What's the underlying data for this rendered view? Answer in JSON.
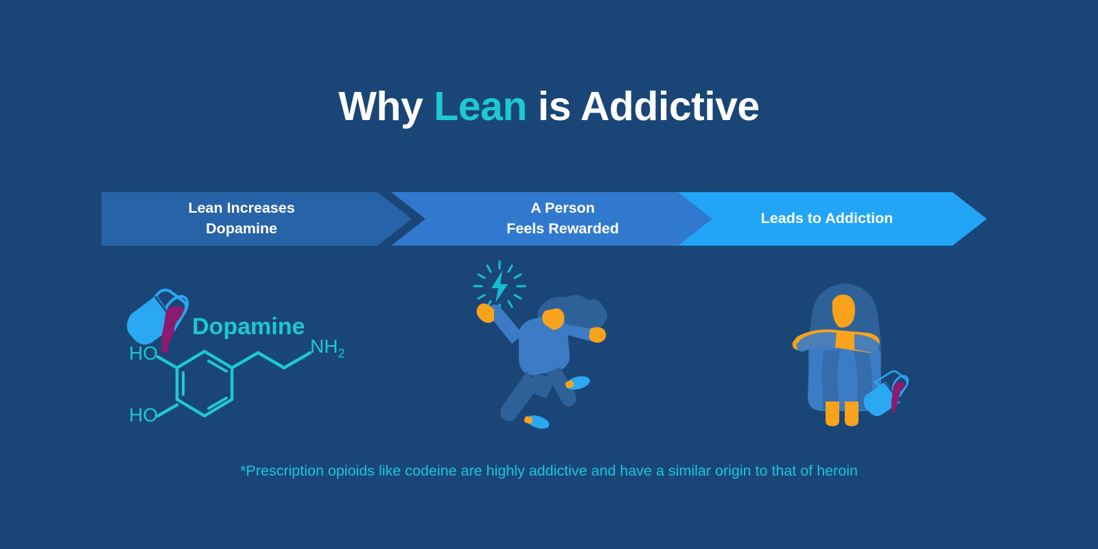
{
  "background_color": "#1a4677",
  "title": {
    "prefix": "Why ",
    "accent": "Lean",
    "suffix": " is Addictive",
    "accent_color": "#1ec8d2",
    "text_color": "#ffffff",
    "full_text": "Why Lean is Addictive"
  },
  "steps": [
    {
      "label": "Lean Increases\nDopamine",
      "color": "#2763a7",
      "order": 1
    },
    {
      "label": "A Person\nFeels Rewarded",
      "color": "#3179ce",
      "order": 2
    },
    {
      "label": "Leads to Addiction",
      "color": "#22a5f7",
      "order": 3
    }
  ],
  "illustrations": [
    {
      "name": "dopamine-molecule",
      "caption": "Dopamine",
      "caption_color": "#1ec8d2",
      "labels": {
        "hydroxyl_top": "HO",
        "hydroxyl_bottom": "HO",
        "amine": "NH",
        "amine_subscript": "2"
      },
      "bond_color": "#1ec8d2",
      "capsule_color": "#2aa8f2",
      "liquid_color": "#8c1a6e"
    },
    {
      "name": "person-feels-rewarded",
      "icon": "lightning-bolt-burst",
      "bolt_color": "#15bcd0",
      "skin_color": "#f9a21b",
      "clothing_color": "#3b7cc4",
      "hair_color": "#2f6199"
    },
    {
      "name": "person-addicted",
      "icon": "curled-seated-person",
      "skin_color": "#f9a21b",
      "clothing_color": "#3b7cc4",
      "hair_color": "#2f6199",
      "capsule_color": "#2aa8f2",
      "liquid_color": "#8c1a6e"
    }
  ],
  "footnote": {
    "text": "*Prescription opioids like codeine are highly addictive and have a similar origin to that of heroin",
    "color": "#19c6e0"
  }
}
